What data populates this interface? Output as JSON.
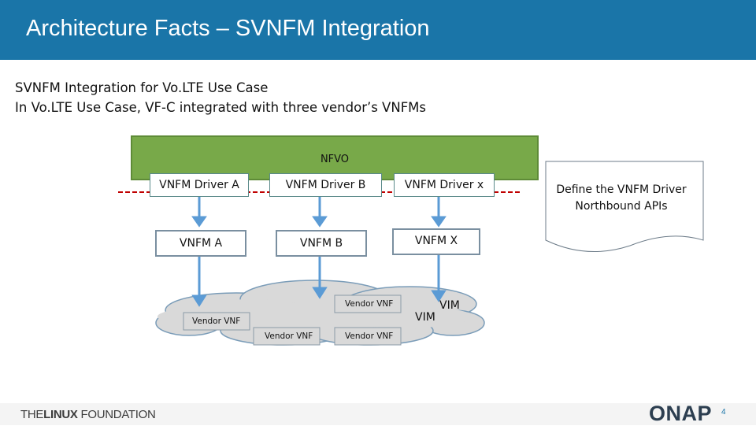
{
  "header": {
    "title": "Architecture Facts – SVNFM Integration"
  },
  "intro": {
    "line1": "SVNFM Integration for Vo.LTE Use Case",
    "line2": "In Vo.LTE Use Case, VF-C integrated with three vendor’s VNFMs"
  },
  "diagram": {
    "nfvo": "NFVO",
    "drivers": [
      "VNFM Driver A",
      "VNFM Driver B",
      "VNFM Driver x"
    ],
    "vnfms": [
      "VNFM A",
      "VNFM B",
      "VNFM X"
    ],
    "vendor_vnfs": [
      "Vendor VNF",
      "Vendor VNF",
      "Vendor VNF",
      "Vendor VNF"
    ],
    "vim_labels": [
      "VIM",
      "VIM"
    ],
    "note": "Define the VNFM Driver Northbound APIs"
  },
  "footer": {
    "org_prefix": "THE",
    "org_bold": "LINUX",
    "org_suffix": " FOUNDATION",
    "onap": "ONAP",
    "page": "4"
  },
  "colors": {
    "header_bg": "#1a75a8",
    "nfvo_green": "#78a949",
    "arrow_blue": "#5b9bd5",
    "dashed_red": "#c00000",
    "cloud_fill": "#d9d9d9"
  }
}
